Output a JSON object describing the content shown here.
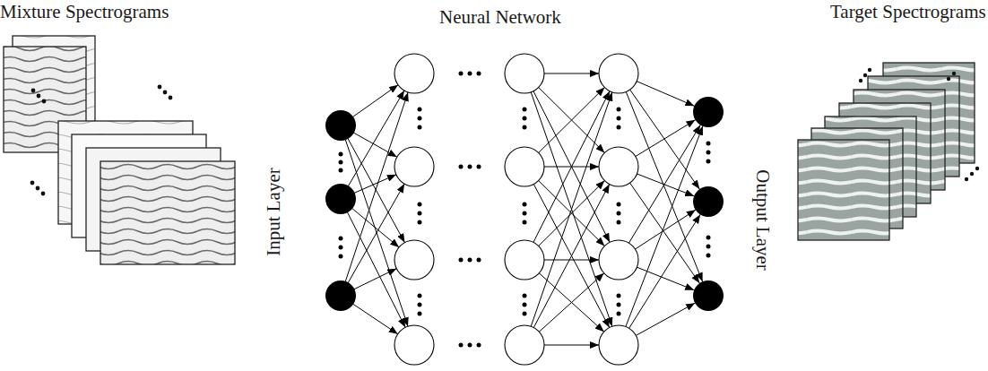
{
  "diagram": {
    "labels": [
      "Mixture Spectrograms",
      "Neural Network",
      "Target Spectrograms",
      "Input Layer",
      "Output Layer"
    ]
  }
}
